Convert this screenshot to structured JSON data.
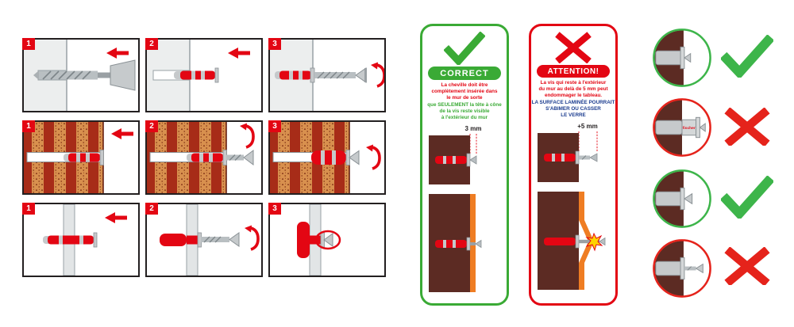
{
  "steps": {
    "rows": [
      {
        "badges": [
          "1",
          "2",
          "3"
        ]
      },
      {
        "badges": [
          "1",
          "2",
          "3"
        ]
      },
      {
        "badges": [
          "1",
          "2",
          "3"
        ]
      }
    ]
  },
  "correct_card": {
    "title": "CORRECT",
    "lines_red": [
      "La cheville doit être",
      "complètement insérée dans",
      "le mur de sorte"
    ],
    "lines_green": [
      "que SEULEMENT la tête à cône",
      "de la vis reste visible",
      "à l'extérieur du mur"
    ],
    "measurement": "3 mm"
  },
  "attention_card": {
    "title": "ATTENTION!",
    "lines_red": [
      "La vis qui reste à l'extérieur",
      "du mur au delà de 5 mm peut",
      "endommager le tableau."
    ],
    "lines_navy": [
      "LA SURFACE LAMINÉE POURRAIT",
      "S'ABIMER OU CASSER",
      "LE VERRE"
    ],
    "measurement": "+5 mm"
  },
  "examples": [
    {
      "verdict": "correct"
    },
    {
      "verdict": "incorrect",
      "plug_label": "fischer"
    },
    {
      "verdict": "correct"
    },
    {
      "verdict": "incorrect"
    }
  ],
  "icons": {
    "check": "check-icon",
    "cross": "cross-icon",
    "arrow_left": "arrow-left-icon",
    "rotate": "rotate-arrow-icon"
  },
  "colors": {
    "red": "#e30613",
    "green": "#3aaa35",
    "check_green": "#3db54a",
    "cross_red": "#e5231b",
    "brown_wall": "#5c2b23",
    "orange_panel": "#ef7d23",
    "brick_red": "#a72c18",
    "navy_text": "#1b3c8f"
  }
}
